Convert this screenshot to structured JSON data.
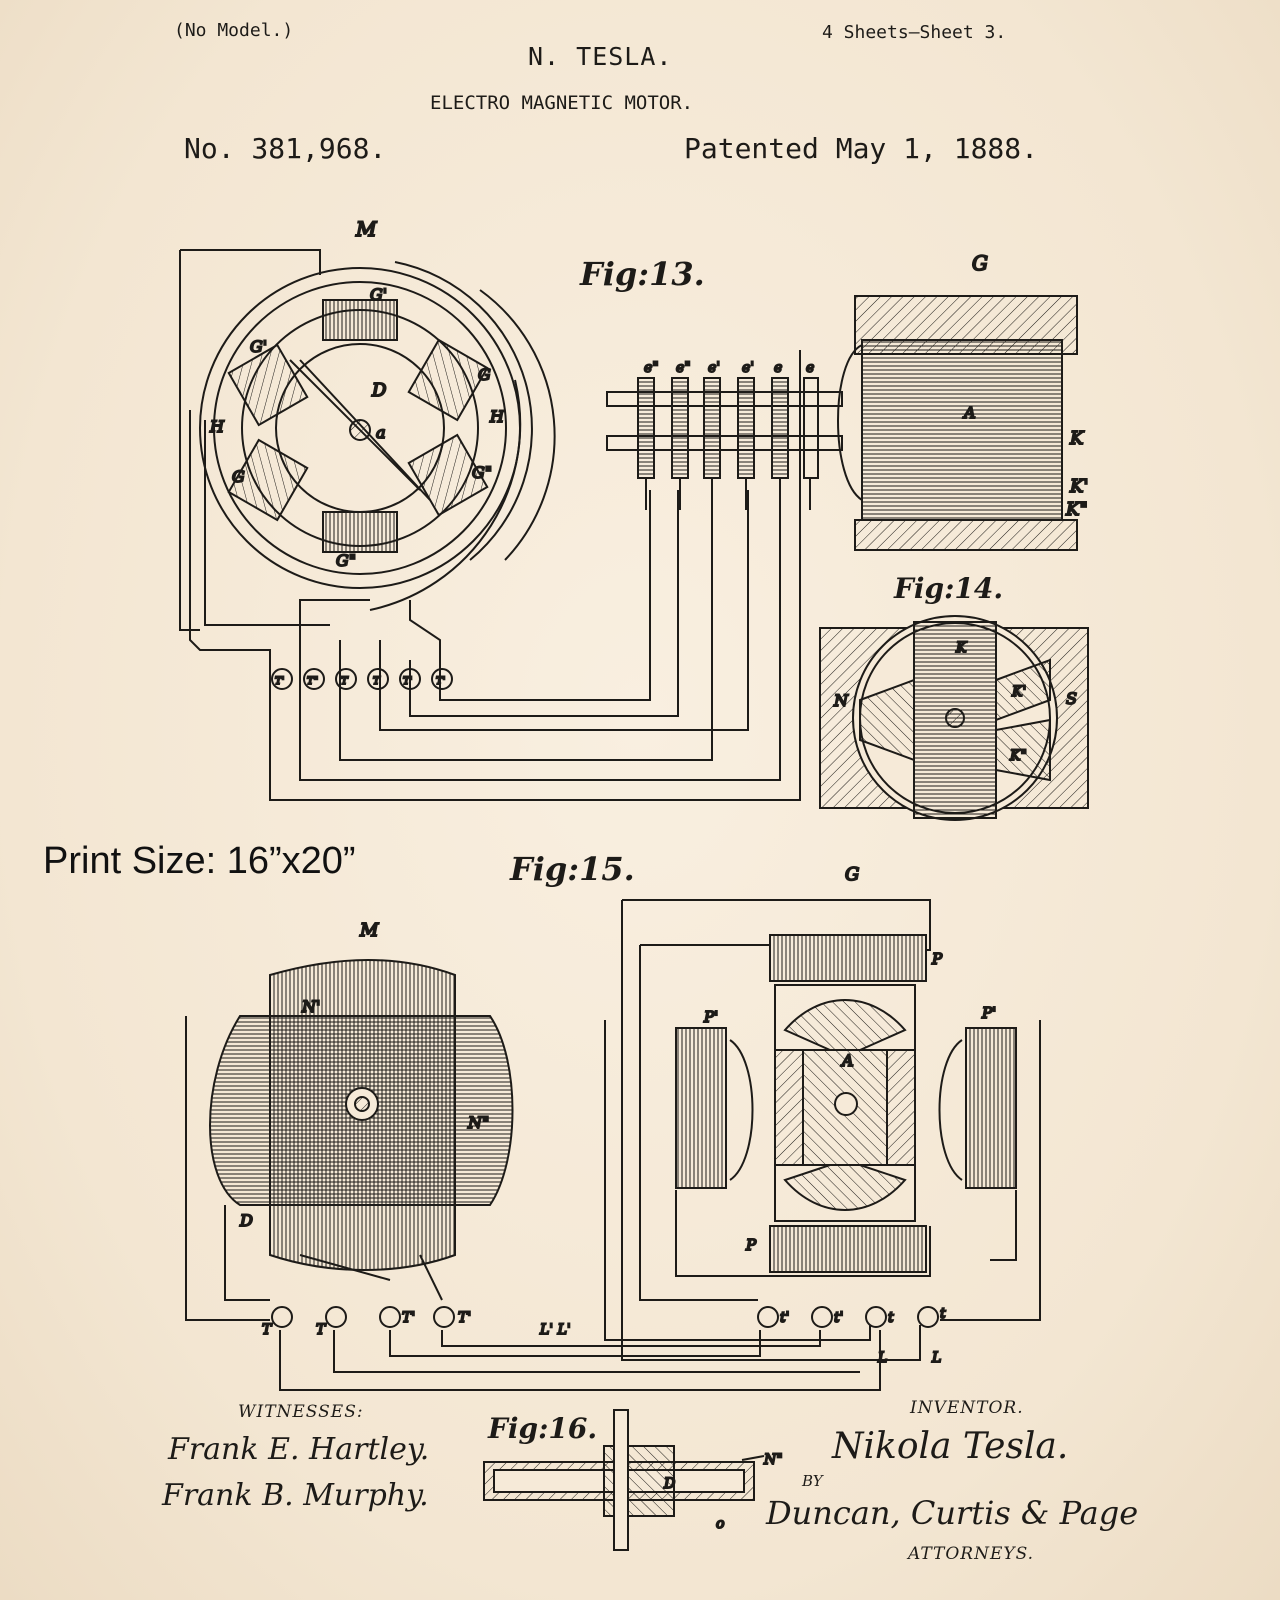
{
  "header": {
    "no_model": "(No Model.)",
    "sheets": "4 Sheets—Sheet 3.",
    "inventor_name": "N. TESLA.",
    "title": "ELECTRO MAGNETIC MOTOR.",
    "patent_no": "No. 381,968.",
    "patented": "Patented May 1, 1888."
  },
  "print_size": "Print Size: 16”x20”",
  "figures": {
    "fig13": "Fig:13.",
    "fig14": "Fig:14.",
    "fig15": "Fig:15.",
    "fig16": "Fig:16."
  },
  "footer": {
    "witnesses_label": "WITNESSES:",
    "witness1": "Frank E. Hartley.",
    "witness2": "Frank B. Murphy.",
    "inventor_label": "INVENTOR.",
    "inventor_signature": "Nikola Tesla.",
    "by": "BY",
    "attorneys_signature": "Duncan, Curtis & Page",
    "attorneys_label": "ATTORNEYS."
  },
  "colors": {
    "paper": "#f6ead8",
    "ink": "#1d1b18"
  }
}
